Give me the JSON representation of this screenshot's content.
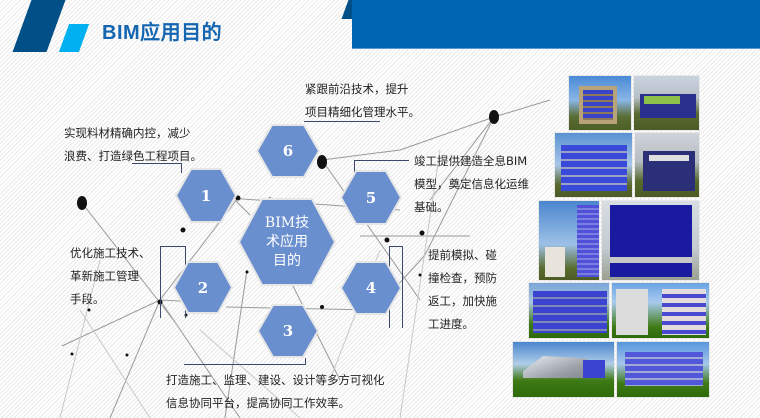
{
  "header": {
    "title": "BIM应用目的",
    "colors": {
      "primary": "#0066b3",
      "dark": "#004f86",
      "accent": "#00b0f0",
      "title": "#1566b0",
      "hex_fill": "#6a8fcf"
    }
  },
  "center_hex": {
    "label": "BIM技\n术应用\n目的"
  },
  "purposes": [
    {
      "number": "1",
      "text": "实现料材精确内控，减少\n浪费、打造绿色工程项目。"
    },
    {
      "number": "2",
      "text": "优化施工技术、\n革新施工管理\n手段。"
    },
    {
      "number": "3",
      "text": "打造施工、监理、建设、设计等多方可视化\n信息协同平台，提高协同工作效率。"
    },
    {
      "number": "4",
      "text": "提前模拟、碰\n撞检查，预防\n返工，加快施\n工进度。"
    },
    {
      "number": "5",
      "text": "竣工提供建造全息BIM\n模型，奠定信息化运维\n基础。"
    },
    {
      "number": "6",
      "text": "紧跟前沿技术，提升\n项目精细化管理水平。"
    }
  ],
  "gallery": {
    "images": [
      "building-render-1",
      "building-render-2",
      "building-render-3",
      "building-render-4",
      "building-render-5",
      "building-render-6",
      "building-render-7",
      "building-render-8",
      "building-render-9",
      "building-render-10"
    ]
  }
}
